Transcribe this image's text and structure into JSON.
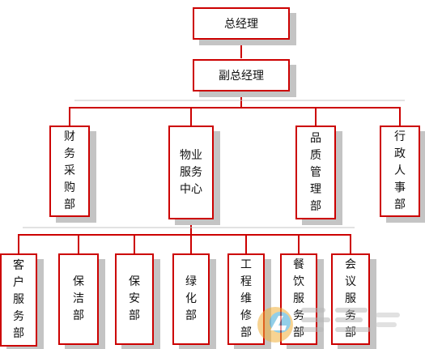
{
  "org_chart": {
    "ceo": "总经理",
    "vice": "副总经理",
    "departments": [
      {
        "id": "finance",
        "label": "财务采购部"
      },
      {
        "id": "property",
        "label": "物业服务中心"
      },
      {
        "id": "quality",
        "label": "品质管理部"
      },
      {
        "id": "admin",
        "label": "行政人事部"
      }
    ],
    "sub_departments": [
      {
        "id": "customer",
        "label": "客户服务部"
      },
      {
        "id": "cleaning",
        "label": "保洁部"
      },
      {
        "id": "security",
        "label": "保安部"
      },
      {
        "id": "greening",
        "label": "绿化部"
      },
      {
        "id": "engineering",
        "label": "工程维修部"
      },
      {
        "id": "catering",
        "label": "餐饮服务部"
      },
      {
        "id": "conference",
        "label": "会议服务部"
      }
    ]
  },
  "colors": {
    "border": "#cc0000",
    "connector": "#cc0000",
    "shadow": "#c4c4c4",
    "background": "#ffffff"
  }
}
